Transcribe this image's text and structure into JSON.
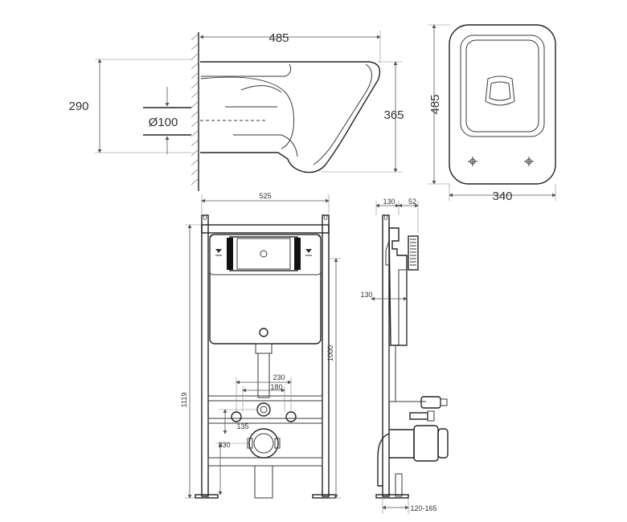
{
  "dimensions": {
    "top_width": "485",
    "side_height": "290",
    "pipe_diameter": "Ø100",
    "rim_height": "365",
    "plan_length": "485",
    "plan_width": "340",
    "frame_width": "525",
    "frame_height_total": "1119",
    "frame_height": "1000",
    "pipe_spacing_outer": "230",
    "pipe_spacing_inner": "180",
    "inlet_height": "135",
    "outlet_height": "330",
    "depth_frame": "130",
    "depth_tank": "52",
    "depth_mid": "130",
    "wall_depth_range": "120-165"
  },
  "symbols": {
    "frame_left_mark": "0",
    "frame_right_mark": "0",
    "side_top_mark": "0"
  },
  "colors": {
    "line": "#3a3a3a",
    "text": "#333333",
    "dark": "#111111"
  }
}
